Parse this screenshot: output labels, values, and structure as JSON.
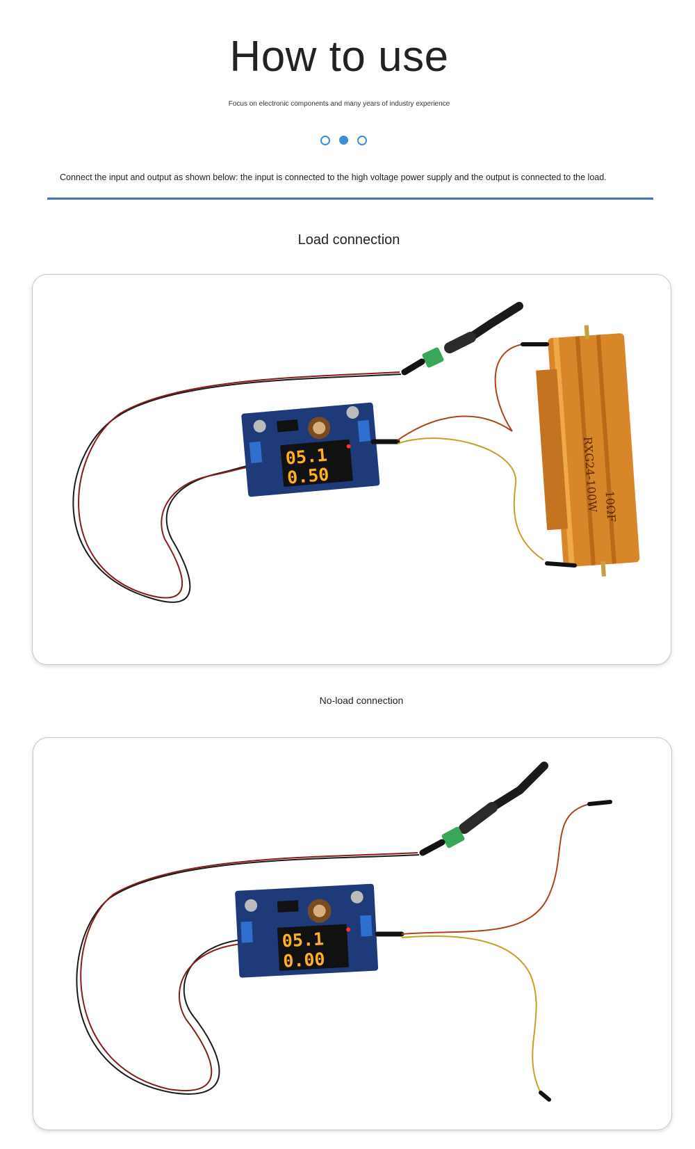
{
  "header": {
    "title": "How to use",
    "subtitle": "Focus on electronic components and many years of industry experience"
  },
  "carousel": {
    "dots": 3,
    "active_index": 1
  },
  "intro_text": "Connect the input and output as shown below: the input is connected to the high voltage power supply and the output is connected to the load.",
  "sections": [
    {
      "label": "Load connection",
      "display": {
        "voltage": "05.1",
        "current": "0.50"
      },
      "resistor_marking": [
        "RXG24-100W",
        "10ΩF"
      ]
    },
    {
      "label": "No-load connection",
      "display": {
        "voltage": "05.1",
        "current": "0.00"
      }
    }
  ],
  "colors": {
    "accent": "#3a8fd6",
    "rule": "#3a72c4",
    "pcb": "#1e3a78",
    "led_digits": "#ffb020",
    "resistor": "#d8862a"
  }
}
